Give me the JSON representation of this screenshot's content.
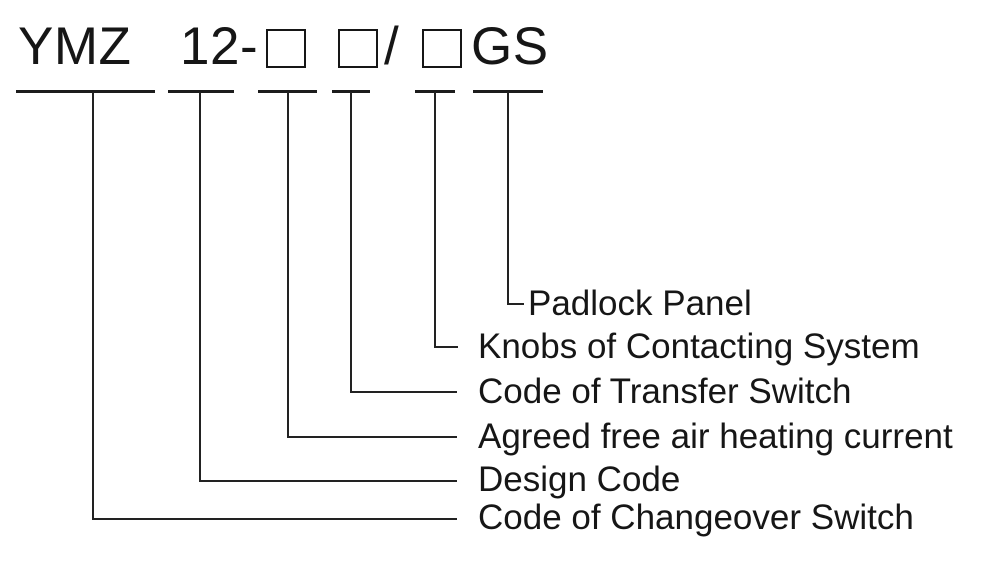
{
  "diagram": {
    "full_code": "YMZ 12-□ □/□GS",
    "title_segments": [
      {
        "text": "YMZ"
      },
      {
        "text": "12-"
      },
      {
        "text": "□",
        "box": true
      },
      {
        "text": "□",
        "box": true
      },
      {
        "text": "/"
      },
      {
        "text": "□",
        "box": true
      },
      {
        "text": "GS"
      }
    ],
    "labels": [
      {
        "text": "Padlock Panel"
      },
      {
        "text": "Knobs of Contacting System"
      },
      {
        "text": "Code of Transfer Switch"
      },
      {
        "text": "Agreed free air heating current"
      },
      {
        "text": "Design Code"
      },
      {
        "text": "Code of Changeover Switch"
      }
    ],
    "colors": {
      "ink": "#1c1c1c",
      "background": "#ffffff"
    }
  }
}
